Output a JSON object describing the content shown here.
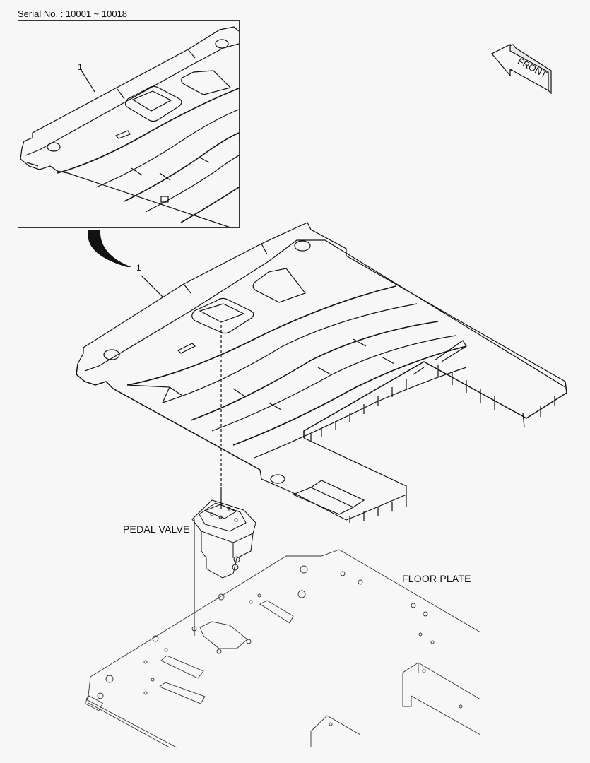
{
  "header": {
    "serial_label": "Serial No. : 10001 ~ 10018"
  },
  "inset": {
    "callout_number": "1"
  },
  "main": {
    "callout_number": "1"
  },
  "direction_indicator": {
    "label": "FRONT",
    "icon": "arrow-left-icon"
  },
  "labels": {
    "pedal_valve": "PEDAL VALVE",
    "floor_plate": "FLOOR PLATE"
  },
  "colors": {
    "background": "#f7f7f7",
    "line": "#111111"
  }
}
